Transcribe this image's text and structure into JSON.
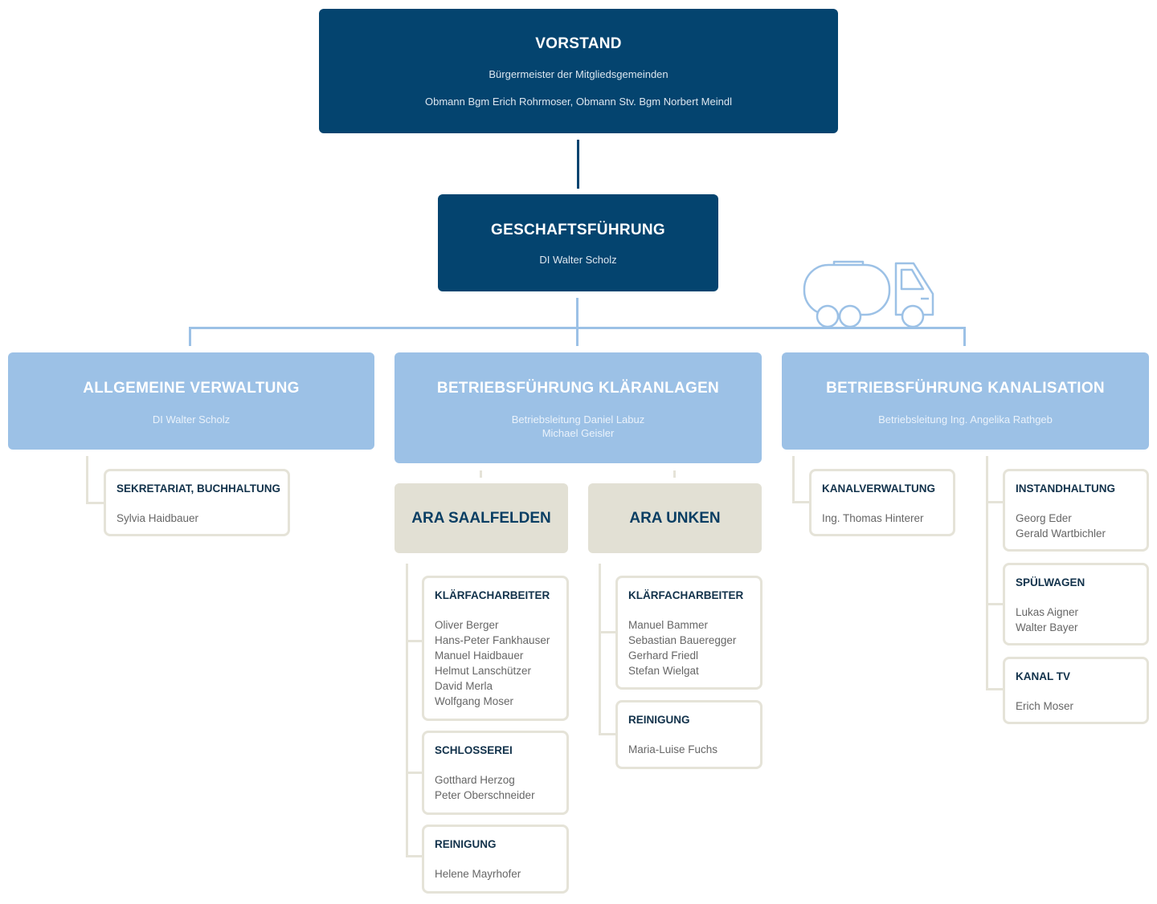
{
  "vorstand": {
    "title": "VORSTAND",
    "line1": "Bürgermeister der Mitgliedsgemeinden",
    "line2": "Obmann Bgm Erich Rohrmoser, Obmann Stv. Bgm Norbert Meindl"
  },
  "geschaeftsfuehrung": {
    "title": "GESCHAFTSFÜHRUNG",
    "person": "DI Walter Scholz"
  },
  "departments": [
    {
      "title": "ALLGEMEINE VERWALTUNG",
      "lines": [
        "DI Walter Scholz"
      ]
    },
    {
      "title": "BETRIEBSFÜHRUNG KLÄRANLAGEN",
      "lines": [
        "Betriebsleitung Daniel Labuz",
        "Michael Geisler"
      ]
    },
    {
      "title": "BETRIEBSFÜHRUNG KANALISATION",
      "lines": [
        "Betriebsleitung Ing. Angelika Rathgeb"
      ]
    }
  ],
  "plants": [
    {
      "title": "ARA SAALFELDEN"
    },
    {
      "title": "ARA UNKEN"
    }
  ],
  "teams": {
    "sekretariat": {
      "title": "SEKRETARIAT, BUCHHALTUNG",
      "members": [
        "Sylvia Haidbauer"
      ]
    },
    "saalfelden_klaer": {
      "title": "KLÄRFACHARBEITER",
      "members": [
        "Oliver Berger",
        "Hans-Peter Fankhauser",
        "Manuel Haidbauer",
        "Helmut Lanschützer",
        "David Merla",
        "Wolfgang Moser"
      ]
    },
    "saalfelden_schlosserei": {
      "title": "SCHLOSSEREI",
      "members": [
        "Gotthard Herzog",
        "Peter Oberschneider"
      ]
    },
    "saalfelden_reinigung": {
      "title": "REINIGUNG",
      "members": [
        "Helene Mayrhofer"
      ]
    },
    "unken_klaer": {
      "title": "KLÄRFACHARBEITER",
      "members": [
        "Manuel Bammer",
        "Sebastian Baueregger",
        "Gerhard Friedl",
        "Stefan Wielgat"
      ]
    },
    "unken_reinigung": {
      "title": "REINIGUNG",
      "members": [
        "Maria-Luise Fuchs"
      ]
    },
    "kanalverwaltung": {
      "title": "KANALVERWALTUNG",
      "members": [
        "Ing. Thomas Hinterer"
      ]
    },
    "instandhaltung": {
      "title": "INSTANDHALTUNG",
      "members": [
        "Georg Eder",
        "Gerald Wartbichler"
      ]
    },
    "spuelwagen": {
      "title": "SPÜLWAGEN",
      "members": [
        "Lukas Aigner",
        "Walter Bayer"
      ]
    },
    "kanaltv": {
      "title": "KANAL TV",
      "members": [
        "Erich Moser"
      ]
    }
  },
  "decoration": {
    "icon": "tanker-truck-icon",
    "color": "#9cc1e6"
  },
  "colors": {
    "dark": "#04446f",
    "light": "#9cc1e6",
    "beige": "#e2e0d4",
    "card_border": "#e5e3d8"
  }
}
